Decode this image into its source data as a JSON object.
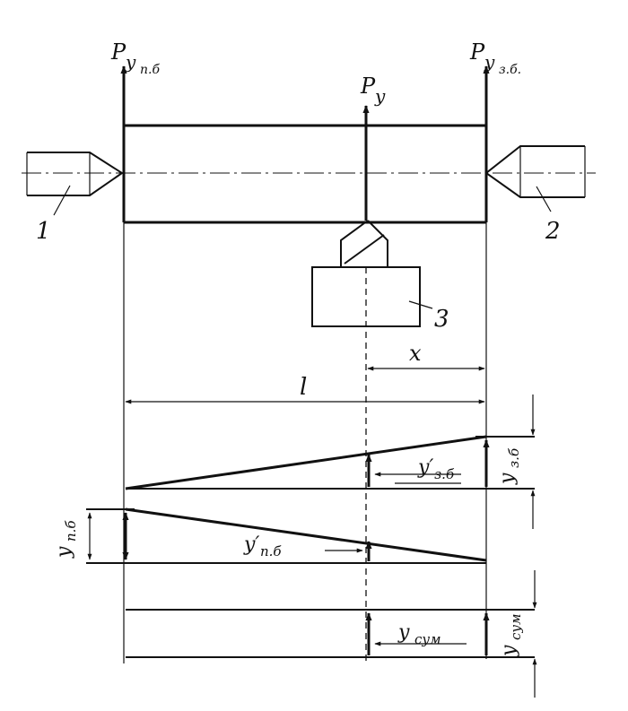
{
  "labels": {
    "p_yp": "P",
    "p_yp_sub": "y",
    "p_yp_sub2": "п.б",
    "p_yz": "P",
    "p_yz_sub": "y",
    "p_yz_sub2": "з.б.",
    "p_y": "P",
    "p_y_sub": "y",
    "part_1": "1",
    "part_2": "2",
    "part_3": "3",
    "dim_x": "x",
    "dim_l": "l",
    "y_zb_prime": "y′",
    "y_zb_prime_sub": "з.б",
    "y_zb": "y",
    "y_zb_sub": "з.б",
    "y_pb": "y",
    "y_pb_sub": "п.б",
    "y_pb_prime": "y′",
    "y_pb_prime_sub": "п.б",
    "y_sum_inner": "y",
    "y_sum_inner_sub": "сум",
    "y_sum": "y",
    "y_sum_sub": "сум"
  }
}
